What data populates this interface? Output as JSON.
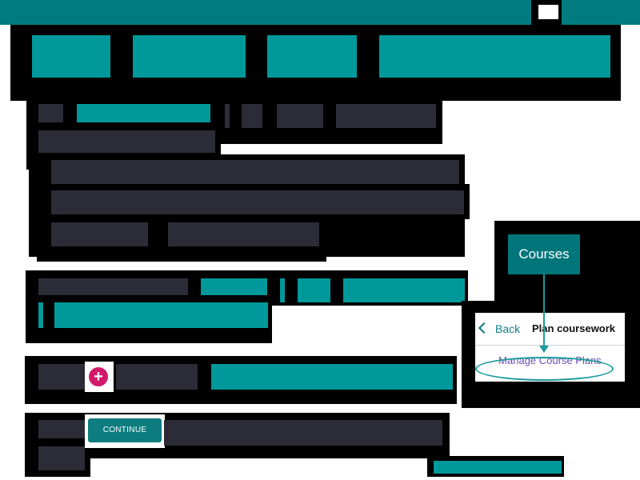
{
  "callout": {
    "courses_label": "Courses",
    "back_label": "Back",
    "plan_title": "Plan coursework",
    "manage_link": "Manage Course Plans"
  },
  "actions": {
    "add_symbol": "+",
    "continue_label": "CONTINUE"
  },
  "colors": {
    "teal": "#00999b",
    "dark_block": "#2c2c38",
    "accent_pink": "#d2186a",
    "link_purple": "#6b4fb3"
  }
}
